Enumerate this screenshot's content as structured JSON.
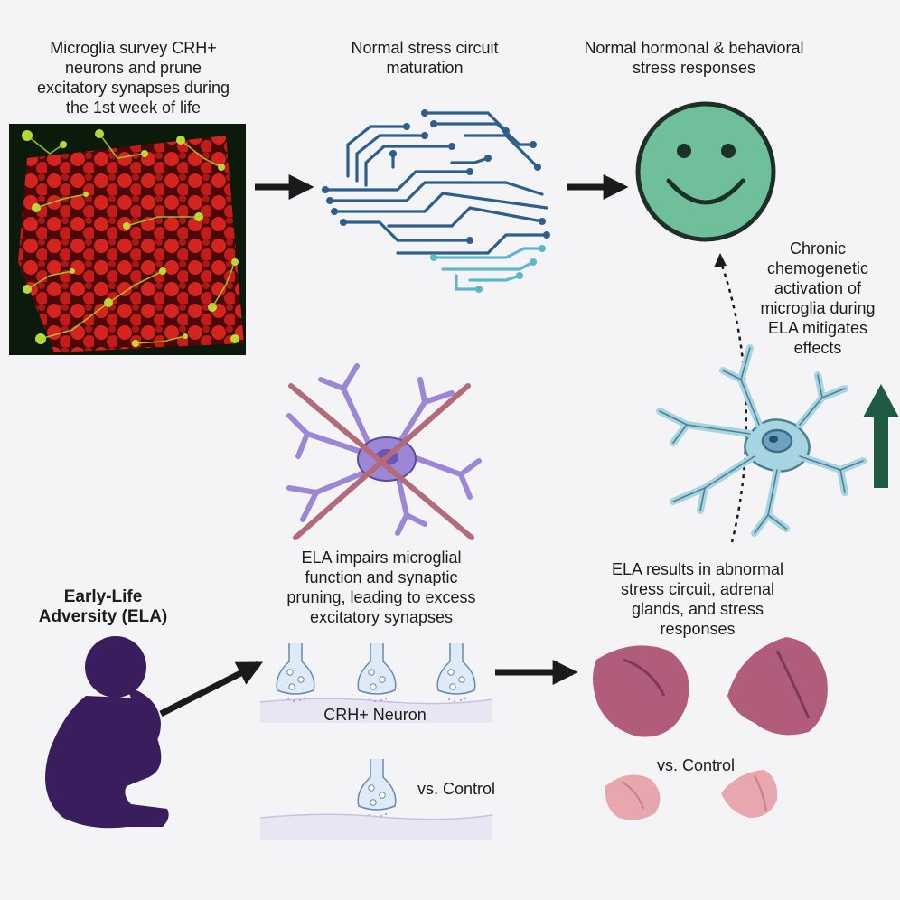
{
  "captions": {
    "microglia_survey": "Microglia survey CRH+\nneurons and prune\nexcitatory synapses during\nthe 1st week of life",
    "normal_circuit": "Normal stress circuit\nmaturation",
    "normal_responses": "Normal hormonal & behavioral\nstress responses",
    "chemogenetic": "Chronic\nchemogenetic\nactivation of\nmicroglia during\nELA mitigates\neffects",
    "ela_title": "Early-Life\nAdversity (ELA)",
    "ela_impairs": "ELA impairs microglial\nfunction and synaptic\npruning, leading to excess\nexcitatory synapses",
    "ela_results": "ELA results in abnormal\nstress circuit, adrenal\nglands, and stress\nresponses",
    "crh_neuron": "CRH+ Neuron",
    "vs_control_synapse": "vs. Control",
    "vs_control_adrenal": "vs. Control"
  },
  "colors": {
    "background": "#f4f4f6",
    "arrow": "#1a1a1a",
    "smiley_fill": "#6fbf9a",
    "smiley_stroke": "#1e2e28",
    "brain_dark": "#2e5f8c",
    "brain_light": "#5eb6c8",
    "microglia_impaired": "#9c86d6",
    "cross": "#b36a79",
    "microglia_active": "#a6d4e0",
    "up_arrow": "#1f5a43",
    "person": "#3a1d5c",
    "adrenal_large": "#b05c7a",
    "adrenal_small": "#e8a6ae",
    "synapse": "#dfeaf7"
  },
  "icons": [
    "fluorescence-micrograph",
    "circuit-brain-icon",
    "smiley-face-icon",
    "microglia-cell-icon",
    "cross-icon",
    "up-arrow-icon",
    "distressed-person-icon",
    "synapse-icon",
    "adrenal-gland-icon"
  ]
}
